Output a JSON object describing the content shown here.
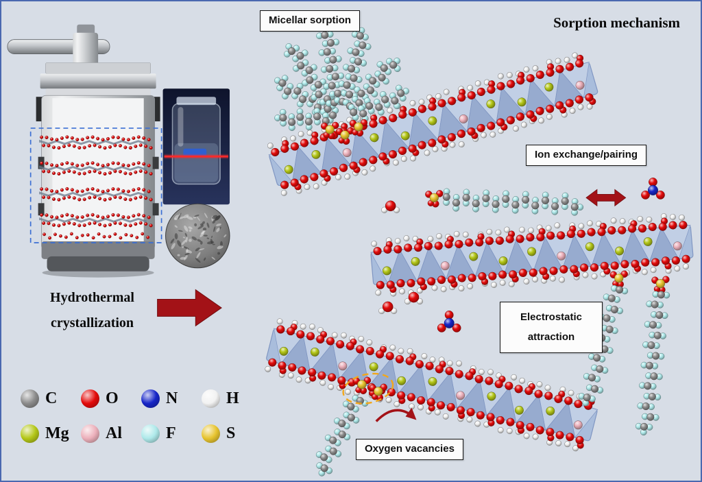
{
  "title": "Sorption mechanism",
  "process": {
    "line1": "Hydrothermal",
    "line2": "crystallization"
  },
  "labels": {
    "micellar_sorption": "Micellar sorption",
    "ion_exchange": "Ion exchange/pairing",
    "electrostatic_line1": "Electrostatic",
    "electrostatic_line2": "attraction",
    "oxygen_vacancies": "Oxygen vacancies"
  },
  "legend": {
    "items": [
      {
        "symbol": "C",
        "name": "carbon",
        "color": "#8c8c8c"
      },
      {
        "symbol": "O",
        "name": "oxygen",
        "color": "#e30b0b"
      },
      {
        "symbol": "N",
        "name": "nitrogen",
        "color": "#1726c8"
      },
      {
        "symbol": "H",
        "name": "hydrogen",
        "color": "#f2f2f2"
      },
      {
        "symbol": "Mg",
        "name": "magnesium",
        "color": "#b4c718"
      },
      {
        "symbol": "Al",
        "name": "aluminium",
        "color": "#ecb0bb"
      },
      {
        "symbol": "F",
        "name": "fluorine",
        "color": "#aee9ea"
      },
      {
        "symbol": "S",
        "name": "sulfur",
        "color": "#e7c430"
      }
    ]
  },
  "colors": {
    "background": "#d7dde6",
    "border": "#4a68b0",
    "arrow_red": "#a31217",
    "rod_fill": "#a9bddc",
    "rod_edge": "#8096c2",
    "vacancy_highlight": "#f2a71b",
    "dashed_box_blue": "#3b6fd4",
    "laser_red": "#ff2a2a"
  }
}
